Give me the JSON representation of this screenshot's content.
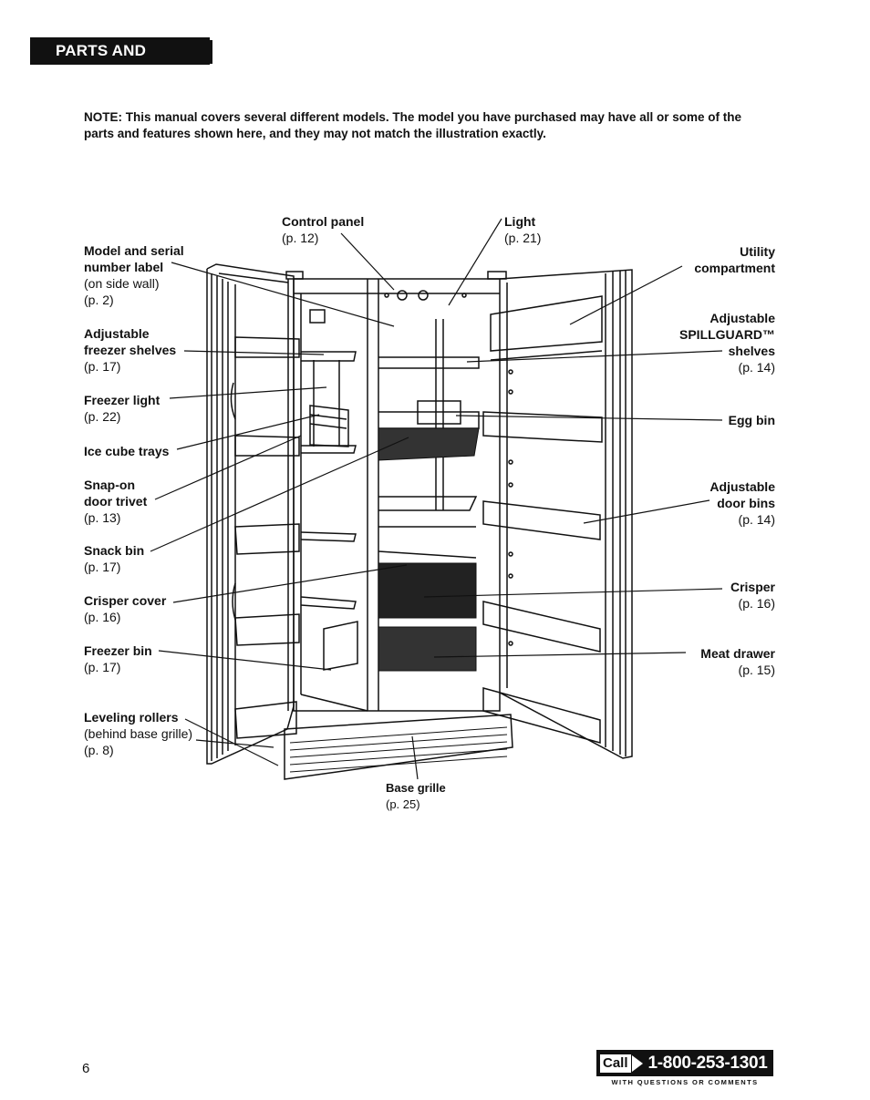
{
  "header": {
    "section_title": "PARTS AND FEATURES"
  },
  "note": "NOTE: This manual covers several different models. The model you have purchased may have all or some of the parts and features shown here, and they may not match the illustration exactly.",
  "labels": {
    "model_serial": {
      "l1": "Model and serial",
      "l2": "number label",
      "l3": "(on side wall)",
      "l4": "(p. 2)"
    },
    "freezer_shelves": {
      "l1": "Adjustable",
      "l2": "freezer shelves",
      "l3": "(p. 17)"
    },
    "freezer_light": {
      "l1": "Freezer light",
      "l2": "(p. 22)"
    },
    "ice_trays": {
      "l1": "Ice cube trays"
    },
    "snap_trivet": {
      "l1": "Snap-on",
      "l2": "door trivet",
      "l3": "(p. 13)"
    },
    "snack_bin": {
      "l1": "Snack bin",
      "l2": "(p. 17)"
    },
    "crisper_cover": {
      "l1": "Crisper cover",
      "l2": "(p. 16)"
    },
    "freezer_bin": {
      "l1": "Freezer bin",
      "l2": "(p. 17)"
    },
    "leveling_rollers": {
      "l1": "Leveling rollers",
      "l2": "(behind base grille)",
      "l3": "(p. 8)"
    },
    "control_panel": {
      "l1": "Control panel",
      "l2": "(p. 12)"
    },
    "light": {
      "l1": "Light",
      "l2": "(p. 21)"
    },
    "utility": {
      "l1": "Utility",
      "l2": "compartment"
    },
    "spillguard": {
      "l1": "Adjustable",
      "l2": "SPILLGUARD™",
      "l3": "shelves",
      "l4": "(p. 14)"
    },
    "egg_bin": {
      "l1": "Egg bin"
    },
    "door_bins": {
      "l1": "Adjustable",
      "l2": "door bins",
      "l3": "(p. 14)"
    },
    "crisper": {
      "l1": "Crisper",
      "l2": "(p. 16)"
    },
    "meat_drawer": {
      "l1": "Meat drawer",
      "l2": "(p. 15)"
    },
    "base_grille": {
      "l1": "Base grille",
      "l2": "(p. 25)"
    }
  },
  "footer": {
    "page_number": "6",
    "call_word": "Call",
    "phone": "1-800-253-1301",
    "subtext": "WITH QUESTIONS OR COMMENTS"
  }
}
